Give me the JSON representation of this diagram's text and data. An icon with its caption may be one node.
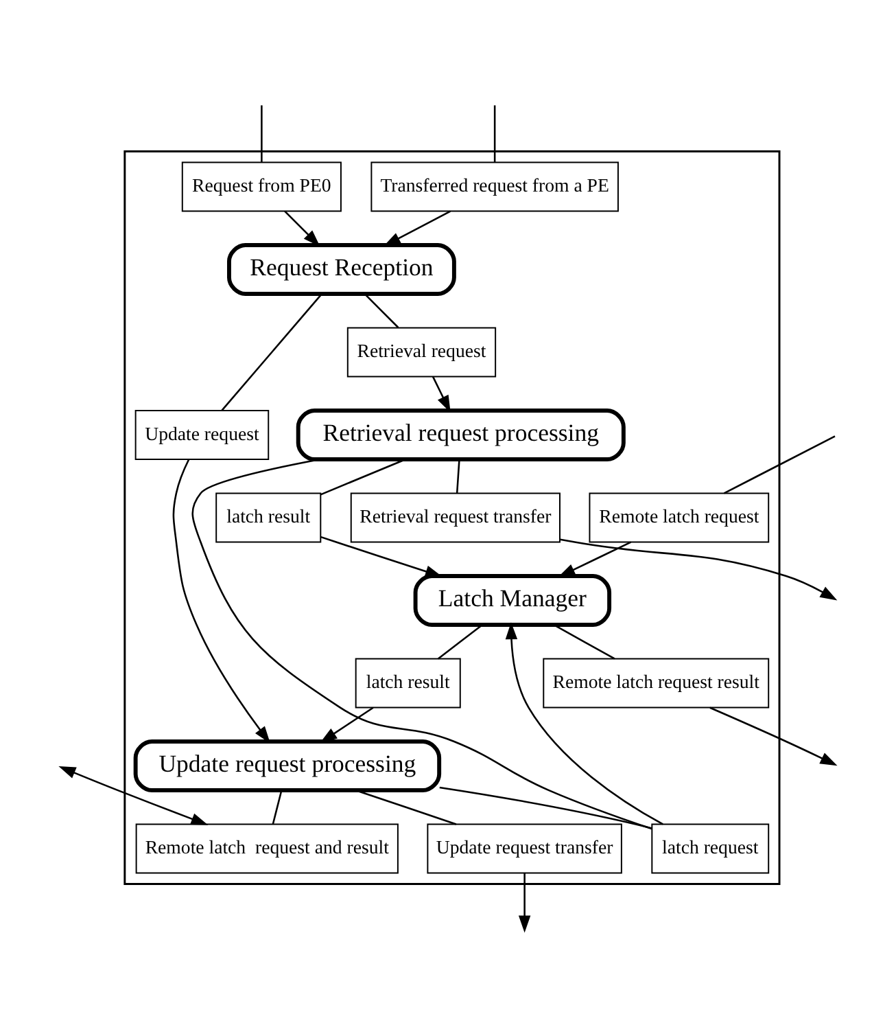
{
  "diagram": {
    "nodes": [
      {
        "text": [],
        "shape": "box"
      },
      {
        "text": [
          "Request from PE0"
        ],
        "in": 0
      },
      {
        "text": [
          "Transferred request from a PE"
        ],
        "in": 0
      },
      {
        "text": [
          "Remote latch request result"
        ],
        "in": 0
      },
      {
        "text": [
          "Request Reception"
        ],
        "in": 0
      },
      {
        "text": [
          "Remote latch request"
        ],
        "in": 0
      },
      {
        "text": [
          "Retrieval request"
        ],
        "in": 0
      },
      {
        "text": [
          "Latch Manager"
        ],
        "in": 0
      },
      {
        "text": [
          "latch result"
        ],
        "in": 0
      },
      {
        "text": [
          "latch request"
        ],
        "in": 0
      },
      {
        "text": [
          "Retrieval request processing"
        ],
        "in": 0
      },
      {
        "text": [
          "latch result"
        ],
        "in": 0
      },
      {
        "text": [
          "Retrieval request transfer"
        ],
        "in": 0
      },
      {
        "text": [
          "Update request"
        ],
        "in": 0
      },
      {
        "text": [
          "Update request processing"
        ],
        "in": 0
      },
      {
        "text": [
          "Remote latch  request and result"
        ],
        "in": 0
      },
      {
        "text": [
          "Update request transfer"
        ],
        "in": 0
      }
    ],
    "edges": [
      {
        "from": null,
        "to": 1,
        "arrow": "none"
      },
      {
        "from": 1,
        "to": 4,
        "arrow": "to"
      },
      {
        "from": null,
        "to": 2,
        "arrow": "none"
      },
      {
        "from": 2,
        "to": 4,
        "arrow": "to"
      },
      {
        "from": 7,
        "to": 3,
        "arrow": "none"
      },
      {
        "from": 3,
        "to": null,
        "arrow": "to"
      },
      {
        "from": null,
        "to": 5,
        "arrow": "none"
      },
      {
        "from": 5,
        "to": 7,
        "arrow": "to"
      },
      {
        "from": 4,
        "to": 6,
        "arrow": "none"
      },
      {
        "from": 6,
        "to": 10,
        "arrow": "to"
      },
      {
        "from": 10,
        "to": 8,
        "arrow": "none"
      },
      {
        "from": 8,
        "to": 7,
        "arrow": "to"
      },
      {
        "from": 10,
        "to": 9,
        "arrow": "none"
      },
      {
        "from": 14,
        "to": 9,
        "arrow": "none"
      },
      {
        "from": 9,
        "to": 7,
        "arrow": "to"
      },
      {
        "from": 7,
        "to": 11,
        "arrow": "none"
      },
      {
        "from": 11,
        "to": 14,
        "arrow": "to"
      },
      {
        "from": 10,
        "to": 12,
        "arrow": "none"
      },
      {
        "from": 12,
        "to": null,
        "arrow": "to"
      },
      {
        "from": 4,
        "to": 13,
        "arrow": "none"
      },
      {
        "from": 13,
        "to": 14,
        "arrow": "to"
      },
      {
        "from": 14,
        "to": 15,
        "arrow": "none"
      },
      {
        "from": null,
        "to": 15,
        "arrow": "both"
      },
      {
        "from": 14,
        "to": 16,
        "arrow": "none"
      },
      {
        "from": 16,
        "to": null,
        "arrow": "to"
      }
    ]
  }
}
